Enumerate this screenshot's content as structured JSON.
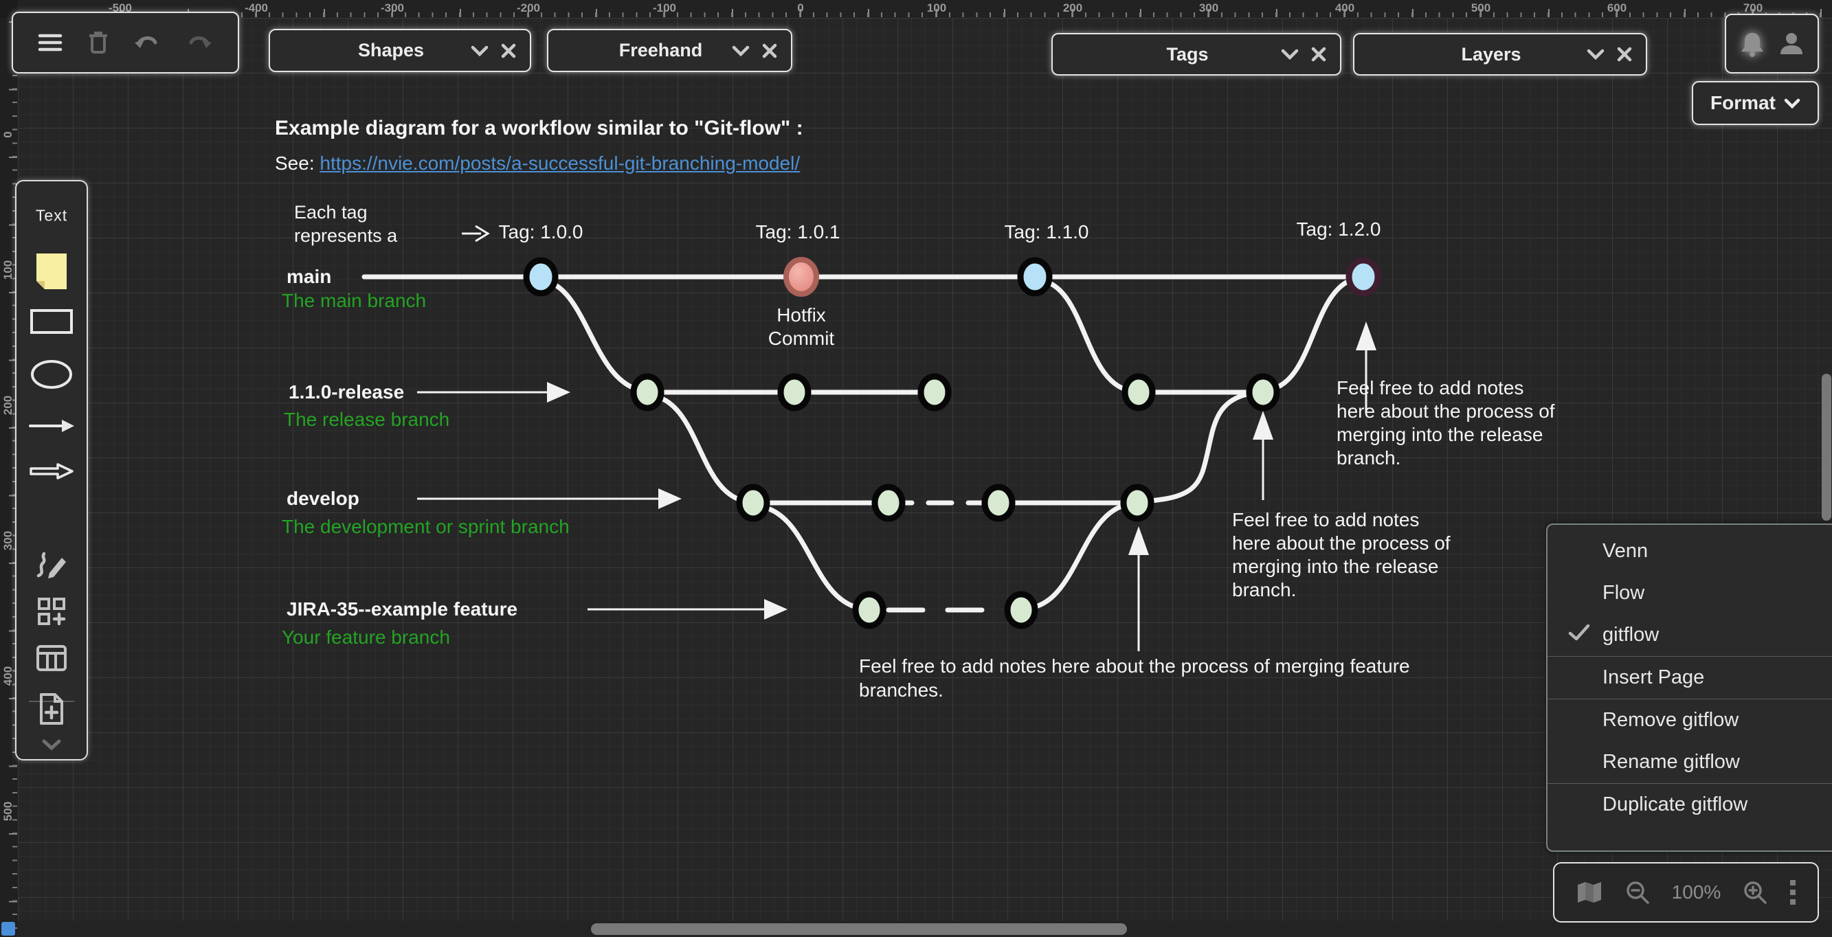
{
  "toolbar": {
    "icons": [
      "menu",
      "trash",
      "undo",
      "redo"
    ]
  },
  "panels": {
    "shapes_label": "Shapes",
    "freehand_label": "Freehand",
    "tags_label": "Tags",
    "layers_label": "Layers",
    "format_label": "Format"
  },
  "rulers": {
    "top": [
      "-500",
      "-400",
      "-300",
      "-200",
      "-100",
      "0",
      "100",
      "200",
      "300",
      "400",
      "500",
      "600",
      "700"
    ],
    "left": [
      "0",
      "100",
      "200",
      "300",
      "400",
      "500"
    ]
  },
  "sidebar": {
    "text_tool_label": "Text",
    "tools": [
      "sticky-note",
      "rectangle",
      "ellipse",
      "arrow",
      "block-arrow",
      "freehand-pen",
      "more-shapes",
      "table",
      "insert-page"
    ]
  },
  "diagram": {
    "title": "Example diagram for a workflow similar to \"Git-flow\" :",
    "see_prefix": "See:",
    "link_text": "https://nvie.com/posts/a-successful-git-branching-model/",
    "tag_note": "Each tag\nrepresents a",
    "tags": [
      "Tag: 1.0.0",
      "Tag: 1.0.1",
      "Tag: 1.1.0",
      "Tag: 1.2.0"
    ],
    "branches": [
      {
        "name": "main",
        "desc": "The main branch"
      },
      {
        "name": "1.1.0-release",
        "desc": "The release branch"
      },
      {
        "name": "develop",
        "desc": "The development or sprint branch"
      },
      {
        "name": "JIRA-35--example feature",
        "desc": "Your feature branch"
      }
    ],
    "hotfix_label": "Hotfix\nCommit",
    "notes": {
      "release_note_upper": "Feel free to add notes\nhere about the process of\nmerging into the release\nbranch.",
      "release_note_lower": "Feel free to add notes\nhere about the process of\nmerging into the release\nbranch.",
      "feature_note": "Feel free to add notes here about the process of merging feature\nbranches."
    },
    "colors": {
      "main_commit_fill": "#b7e1f7",
      "hotfix_commit_fill": "#ee9d96",
      "hotfix_commit_stroke": "#aa6158",
      "tag120_stroke": "#3f1e30",
      "branch_commit_fill": "#d8e9d2",
      "line_white": "#f2f2f2",
      "label_green": "#23a423",
      "link_blue": "#4d91d6"
    }
  },
  "context_menu": {
    "items": [
      {
        "label": "Venn",
        "checked": false
      },
      {
        "label": "Flow",
        "checked": false
      },
      {
        "label": "gitflow",
        "checked": true
      },
      {
        "label": "Insert Page",
        "checked": false
      },
      {
        "label": "Remove gitflow",
        "checked": false
      },
      {
        "label": "Rename gitflow",
        "checked": false
      },
      {
        "label": "Duplicate gitflow",
        "checked": false
      }
    ]
  },
  "zoom_controls": {
    "zoom_level": "100%"
  }
}
